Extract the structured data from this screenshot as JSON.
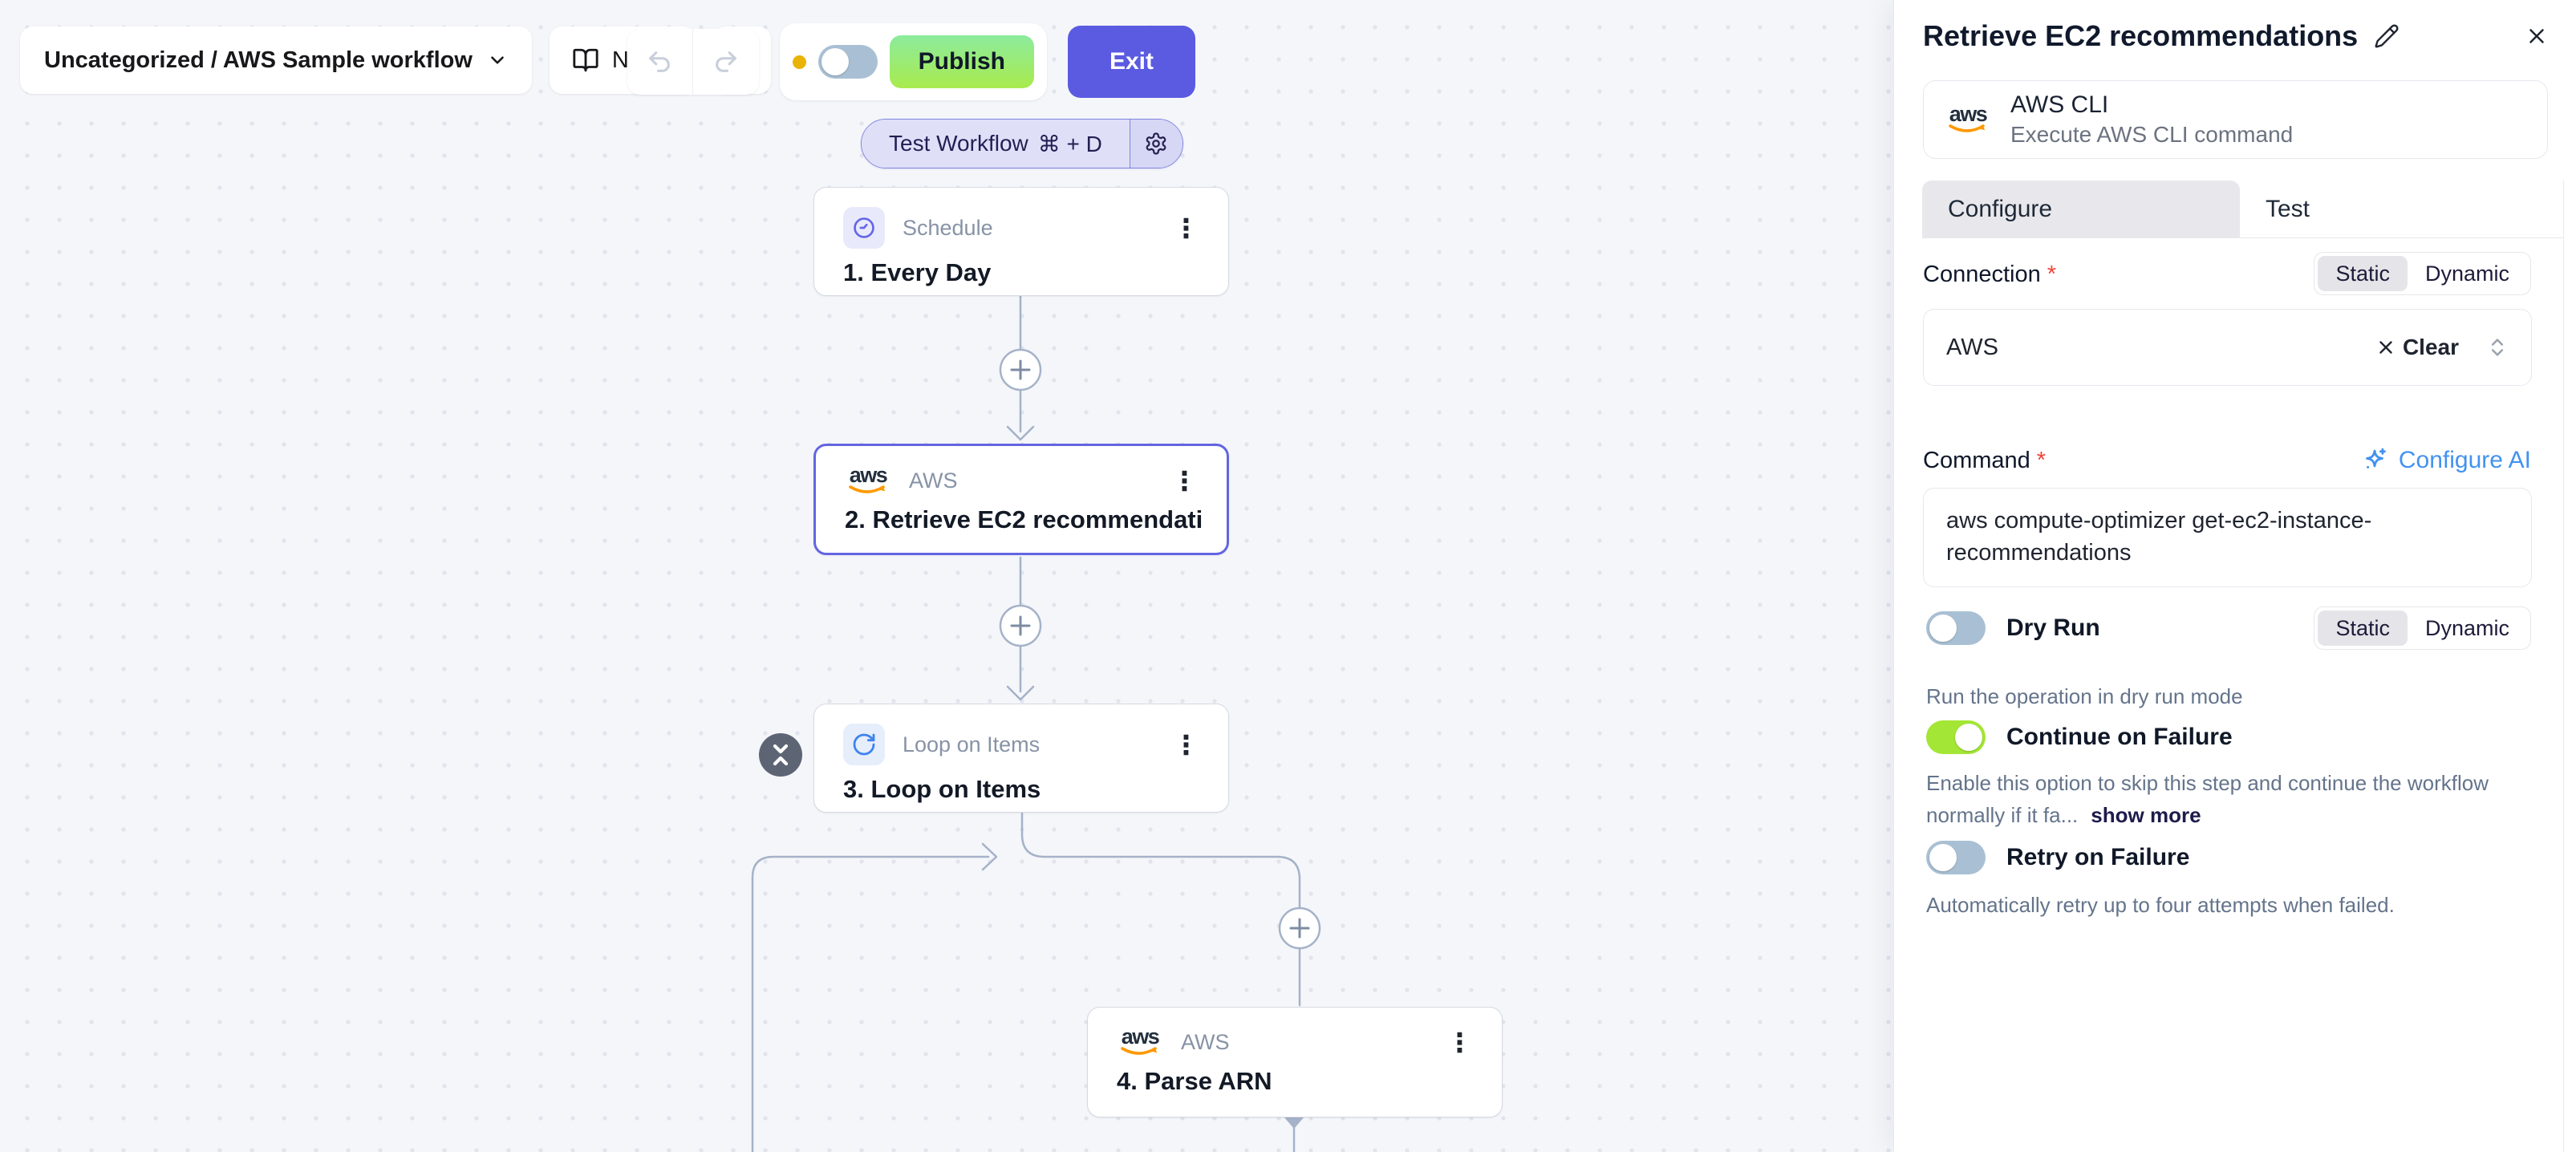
{
  "header": {
    "workflow_name": "Uncategorized / AWS Sample workflow",
    "notes_label": "Notes",
    "publish_label": "Publish",
    "exit_label": "Exit"
  },
  "canvas": {
    "test_button": {
      "label": "Test Workflow",
      "shortcut": "⌘ + D"
    },
    "nodes": [
      {
        "type_label": "Schedule",
        "title": "1. Every Day"
      },
      {
        "type_label": "AWS",
        "title": "2. Retrieve EC2 recommendati…",
        "selected": true
      },
      {
        "type_label": "Loop on Items",
        "title": "3. Loop on Items"
      },
      {
        "type_label": "AWS",
        "title": "4. Parse ARN"
      }
    ],
    "aws_logo_word": "aws"
  },
  "panel": {
    "title": "Retrieve EC2 recommendations",
    "piece": {
      "name": "AWS CLI",
      "description": "Execute AWS CLI command"
    },
    "tabs": {
      "configure": "Configure",
      "test": "Test"
    },
    "connection": {
      "label": "Connection",
      "required": "*",
      "static_label": "Static",
      "dynamic_label": "Dynamic",
      "value": "AWS",
      "clear_label": "Clear"
    },
    "command": {
      "label": "Command",
      "required": "*",
      "ai_label": "Configure AI",
      "value": "aws compute-optimizer get-ec2-instance-recommendations"
    },
    "dry_run": {
      "label": "Dry Run",
      "enabled": false,
      "static_label": "Static",
      "dynamic_label": "Dynamic",
      "helper": "Run the operation in dry run mode"
    },
    "continue_on_failure": {
      "label": "Continue on Failure",
      "enabled": true,
      "helper": "Enable this option to skip this step and continue the workflow normally if it fa...",
      "show_more": "show more"
    },
    "retry_on_failure": {
      "label": "Retry on Failure",
      "enabled": false,
      "helper": "Automatically retry up to four attempts when failed."
    }
  },
  "icons": {
    "book": "notes-book",
    "gear": "settings-gear",
    "pencil": "edit-pencil",
    "close": "x",
    "undo": "undo-arrow",
    "redo": "redo-arrow",
    "sparkle": "ai-sparkle",
    "clock": "schedule-clock",
    "loop": "rotate-cw",
    "collapse": "chevrons-collapse"
  },
  "colors": {
    "canvas_bg": "#f5f6fa",
    "dot": "#e1e4ec",
    "edge": "#a5b2c8",
    "accent_purple": "#5a5be0",
    "selected_border": "#6365e1",
    "publish_green_top": "#8ceb9d",
    "publish_green_bottom": "#a9eb4d",
    "toggle_off": "#a9c0d4",
    "toggle_on": "#a3e635",
    "unsaved_dot": "#eab308",
    "ai_blue": "#4292f0",
    "aws_orange": "#ff9900",
    "aws_navy": "#232f3e",
    "required_red": "#f04438",
    "helper_gray": "#64748b",
    "tab_active_bg": "#e8e8ec"
  }
}
